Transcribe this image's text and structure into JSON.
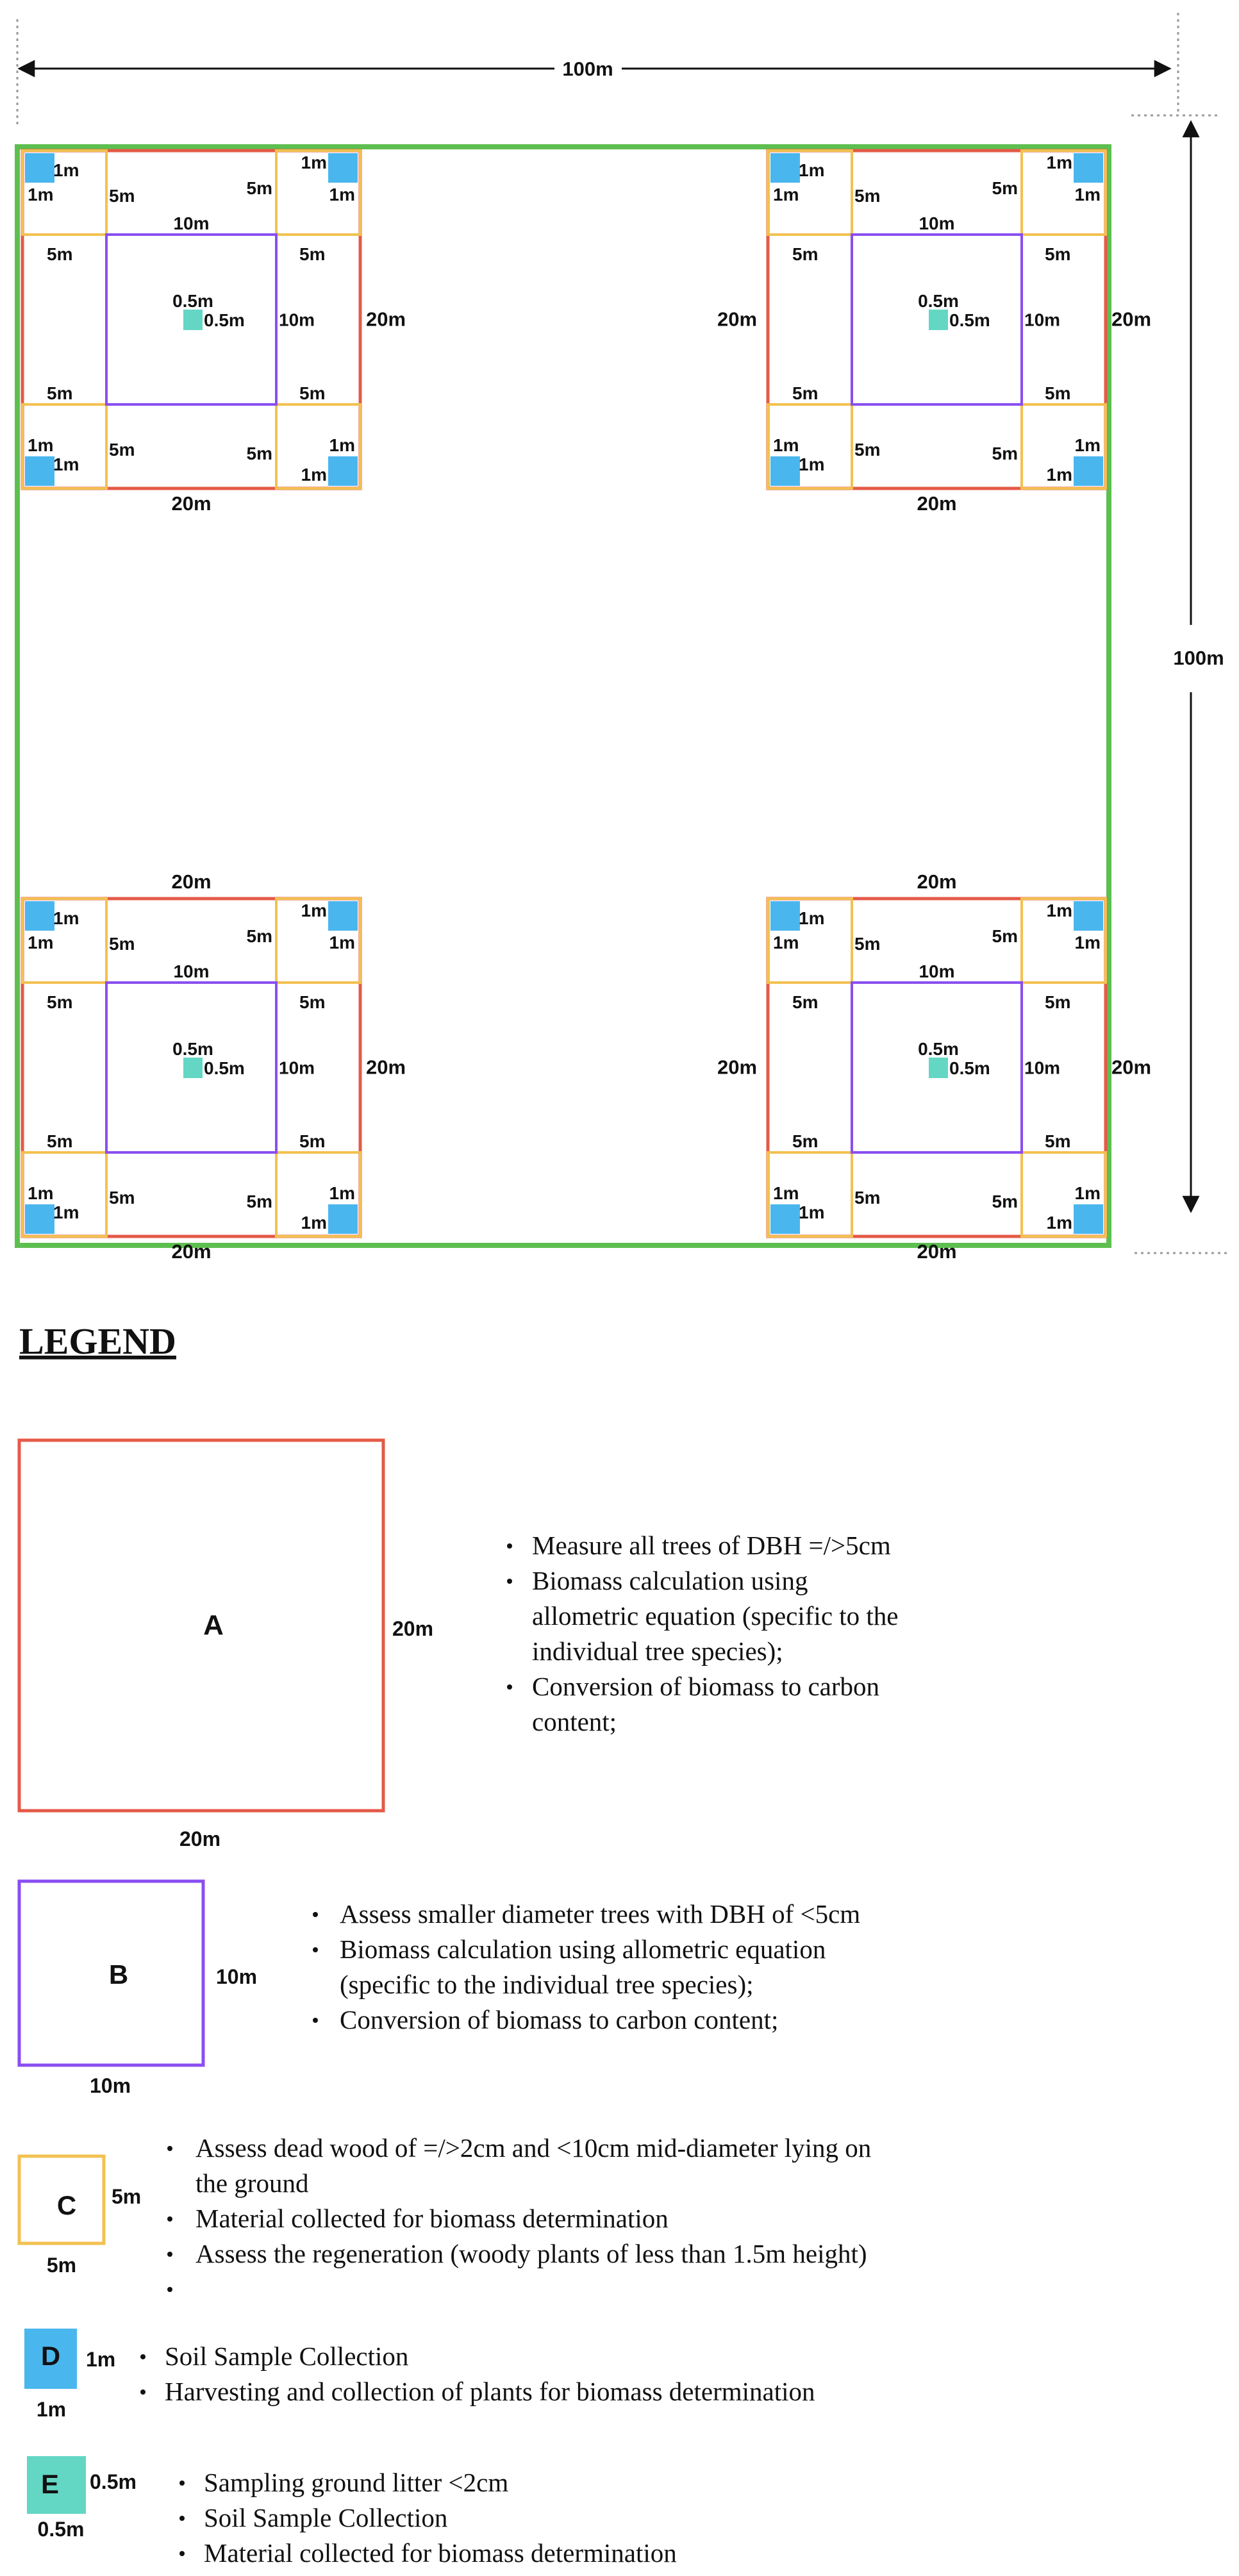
{
  "colors": {
    "plot_border": "#5dbf4f",
    "plot_a": "#e45a47",
    "subplot_b": "#8a4ef0",
    "subplot_c": "#f2c150",
    "sample_d": "#4ab6ee",
    "sample_e": "#63d7c4",
    "dotted_guide": "#9a9a9a",
    "arrow": "#111111"
  },
  "dimension": {
    "width_label": "100m",
    "height_label": "100m"
  },
  "plot_labels": {
    "plot_a_side": "20m",
    "subplot_b_side": "10m",
    "subplot_c_side": "5m",
    "sample_d_side": "1m",
    "sample_e_side": "0.5m"
  },
  "legend": {
    "title": "LEGEND",
    "items": [
      {
        "letter": "A",
        "size_label": "20m",
        "bullets": [
          [
            "Measure all trees of DBH =/>5cm"
          ],
          [
            "Biomass calculation using",
            "allometric equation (specific to the",
            "individual tree species);"
          ],
          [
            "Conversion of biomass to carbon",
            "content;"
          ]
        ]
      },
      {
        "letter": "B",
        "size_label": "10m",
        "bullets": [
          [
            "Assess smaller diameter trees with DBH of <5cm"
          ],
          [
            "Biomass calculation using allometric equation",
            "(specific to the individual tree species);"
          ],
          [
            "Conversion of biomass to carbon content;"
          ]
        ]
      },
      {
        "letter": "C",
        "size_label": "5m",
        "bullets": [
          [
            "Assess dead wood of =/>2cm and <10cm mid-diameter lying on",
            "the ground"
          ],
          [
            "Material collected for biomass determination"
          ],
          [
            "Assess the regeneration (woody plants of less than 1.5m height)"
          ],
          [
            ""
          ]
        ]
      },
      {
        "letter": "D",
        "size_label": "1m",
        "bullets": [
          [
            "Soil Sample Collection"
          ],
          [
            "Harvesting and collection of plants for biomass determination"
          ]
        ]
      },
      {
        "letter": "E",
        "size_label": "0.5m",
        "bullets": [
          [
            "Sampling ground litter <2cm"
          ],
          [
            "Soil Sample Collection"
          ],
          [
            "Material collected for biomass determination"
          ]
        ]
      }
    ]
  }
}
